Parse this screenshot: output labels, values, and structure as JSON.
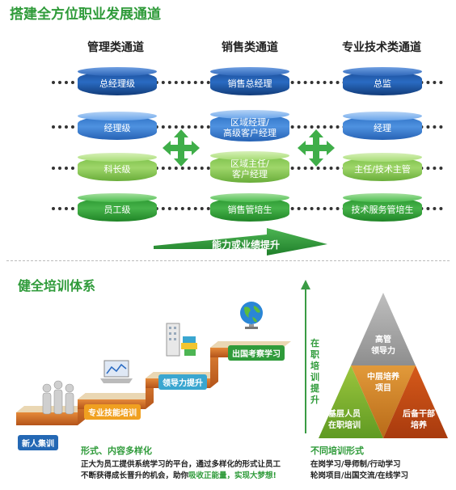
{
  "top_title": "搭建全方位职业发展通道",
  "columns": [
    "管理类通道",
    "销售类通道",
    "专业技术类通道"
  ],
  "rows": [
    [
      "总经理级",
      "销售总经理",
      "总监"
    ],
    [
      "经理级",
      "区域经理/\n高级客户经理",
      "经理"
    ],
    [
      "科长级",
      "区域主任/\n客户经理",
      "主任/技术主管"
    ],
    [
      "员工级",
      "销售管培生",
      "技术服务管培生"
    ]
  ],
  "bottom_arrow_label": "能力或业绩提升",
  "training_title": "健全培训体系",
  "stairs_labels": {
    "new_staff": "新人集训",
    "skill": "专业技能培训",
    "leadership": "领导力提升",
    "overseas": "出国考察学习"
  },
  "forms_title": "形式、内容多样化",
  "forms_text_1": "正大为员工提供系统学习的平台，通过多样化的形式让员工",
  "forms_text_2a": "不断获得成长晋升的机会，助你",
  "forms_text_2b": "吸收正能量，实现大梦想!",
  "pyramid": {
    "side_label": "在职培训提升",
    "top": "高管\n领导力",
    "middle": "中层培养\n项目",
    "left": "基层人员\n在职培训",
    "right": "后备干部\n培养"
  },
  "training_forms": {
    "title": "不同培训形式",
    "line1": "在岗学习/导师制/行动学习",
    "line2": "轮岗项目/出国交流/在线学习"
  },
  "colors": {
    "accent_green": "#2f9b3a",
    "navy": "#1d4f9a",
    "blue": "#3c82d6",
    "light_green": "#8cc85a",
    "green": "#35a33b",
    "orange": "#d9782a"
  }
}
